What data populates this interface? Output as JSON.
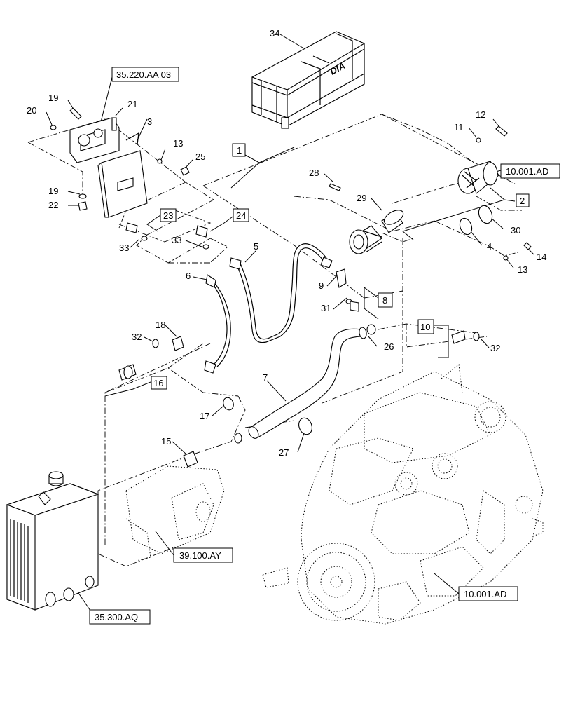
{
  "callouts": [
    {
      "id": "c34",
      "text": "34"
    },
    {
      "id": "c19a",
      "text": "19"
    },
    {
      "id": "c20",
      "text": "20"
    },
    {
      "id": "c21",
      "text": "21"
    },
    {
      "id": "c3",
      "text": "3"
    },
    {
      "id": "c13a",
      "text": "13"
    },
    {
      "id": "c25",
      "text": "25"
    },
    {
      "id": "c19b",
      "text": "19"
    },
    {
      "id": "c22",
      "text": "22"
    },
    {
      "id": "c33a",
      "text": "33"
    },
    {
      "id": "c33b",
      "text": "33"
    },
    {
      "id": "c5",
      "text": "5"
    },
    {
      "id": "c6",
      "text": "6"
    },
    {
      "id": "c28",
      "text": "28"
    },
    {
      "id": "c29",
      "text": "29"
    },
    {
      "id": "c12",
      "text": "12"
    },
    {
      "id": "c11",
      "text": "11"
    },
    {
      "id": "c30",
      "text": "30"
    },
    {
      "id": "c4",
      "text": "4"
    },
    {
      "id": "c14",
      "text": "14"
    },
    {
      "id": "c13b",
      "text": "13"
    },
    {
      "id": "c9",
      "text": "9"
    },
    {
      "id": "c31",
      "text": "31"
    },
    {
      "id": "c26",
      "text": "26"
    },
    {
      "id": "c32a",
      "text": "32"
    },
    {
      "id": "c18",
      "text": "18"
    },
    {
      "id": "c32b",
      "text": "32"
    },
    {
      "id": "c7",
      "text": "7"
    },
    {
      "id": "c17",
      "text": "17"
    },
    {
      "id": "c27",
      "text": "27"
    },
    {
      "id": "c15",
      "text": "15"
    }
  ],
  "boxed_items": [
    {
      "id": "b23",
      "text": "23"
    },
    {
      "id": "b24",
      "text": "24"
    },
    {
      "id": "b1",
      "text": "1"
    },
    {
      "id": "b2",
      "text": "2"
    },
    {
      "id": "b8",
      "text": "8"
    },
    {
      "id": "b10",
      "text": "10"
    },
    {
      "id": "b16",
      "text": "16"
    }
  ],
  "references": [
    {
      "id": "r1",
      "text": "35.220.AA 03"
    },
    {
      "id": "r2",
      "text": "10.001.AD"
    },
    {
      "id": "r3",
      "text": "39.100.AY"
    },
    {
      "id": "r4",
      "text": "10.001.AD"
    },
    {
      "id": "r5",
      "text": "35.300.AQ"
    }
  ],
  "crate_marking": "DIA"
}
